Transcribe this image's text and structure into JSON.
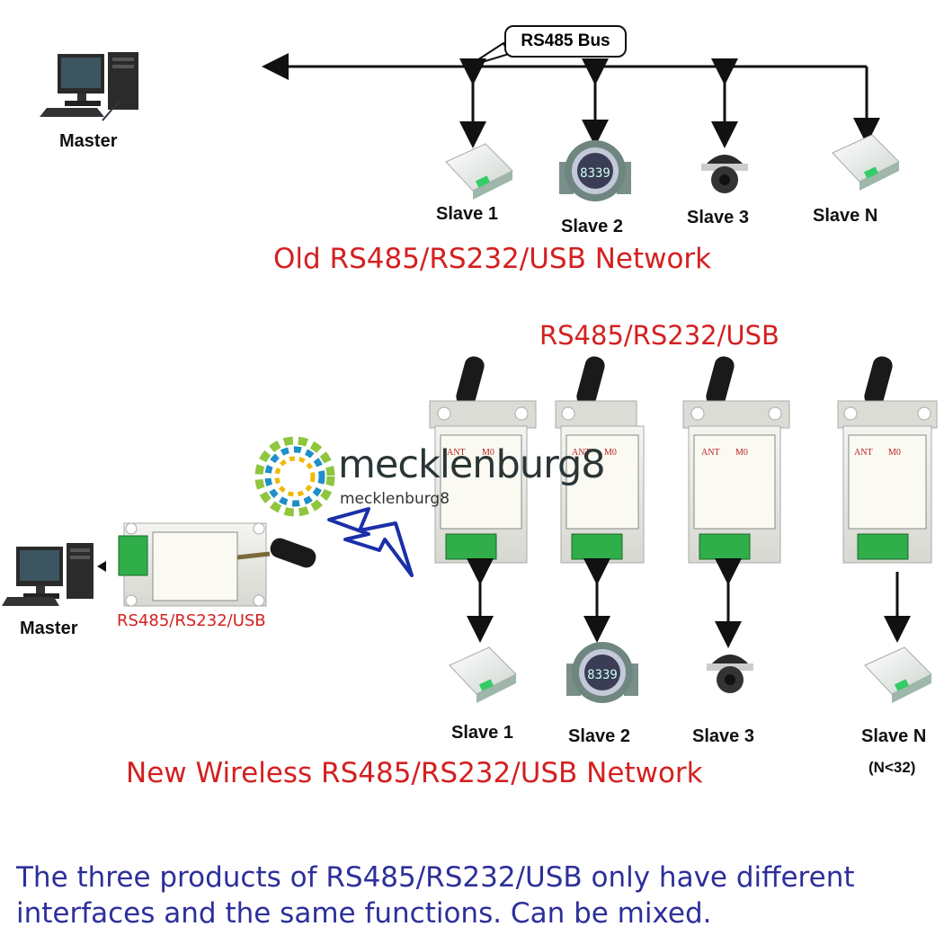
{
  "old_network": {
    "bus_label": "RS485 Bus",
    "master_label": "Master",
    "slaves": [
      "Slave 1",
      "Slave 2",
      "Slave 3",
      "Slave N"
    ],
    "title": "Old RS485/RS232/USB Network"
  },
  "new_network": {
    "modules_label": "RS485/RS232/USB",
    "master_label": "Master",
    "master_module_label": "RS485/RS232/USB",
    "slaves": [
      "Slave 1",
      "Slave 2",
      "Slave 3",
      "Slave N"
    ],
    "slave_n_note": "(N<32)",
    "title": "New Wireless RS485/RS232/USB Network",
    "module_panel_text": {
      "ant": "ANT",
      "m0": "M0"
    }
  },
  "watermark": {
    "main": "mecklenburg8",
    "small": "mecklenburg8"
  },
  "footer_note": {
    "line1": "The three products of RS485/RS232/USB only have different",
    "line2": "interfaces and the same functions. Can be mixed."
  },
  "colors": {
    "title_red": "#d42020",
    "note_blue": "#2d2f9a",
    "terminal_green": "#2fae4a",
    "display_cyan": "#7fd0e8"
  }
}
